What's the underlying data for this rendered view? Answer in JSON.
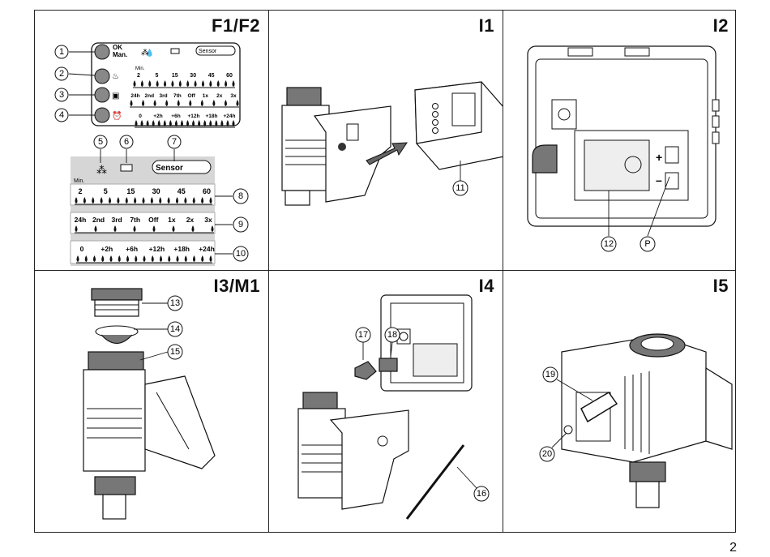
{
  "panels": {
    "f1f2": {
      "title": "F1/F2",
      "buttons": {
        "ok": "OK",
        "man": "Man."
      },
      "display": {
        "sensor": "Sensor",
        "min": "Min.",
        "minutes": [
          "2",
          "5",
          "15",
          "30",
          "45",
          "60"
        ],
        "frequency": [
          "24h",
          "2nd",
          "3rd",
          "7th",
          "Off",
          "1x",
          "2x",
          "3x"
        ],
        "delay": [
          "0",
          "+2h",
          "+6h",
          "+12h",
          "+18h",
          "+24h"
        ]
      },
      "callouts": [
        "1",
        "2",
        "3",
        "4",
        "5",
        "6",
        "7",
        "8",
        "9",
        "10"
      ]
    },
    "i1": {
      "title": "I1",
      "callouts": [
        "11"
      ]
    },
    "i2": {
      "title": "I2",
      "callouts": [
        "12",
        "P"
      ],
      "polarity": {
        "plus": "+",
        "minus": "–"
      }
    },
    "i3m1": {
      "title": "I3/M1",
      "callouts": [
        "13",
        "14",
        "15"
      ]
    },
    "i4": {
      "title": "I4",
      "callouts": [
        "16",
        "17",
        "18"
      ]
    },
    "i5": {
      "title": "I5",
      "callouts": [
        "19",
        "20"
      ]
    }
  },
  "page_number": "2"
}
